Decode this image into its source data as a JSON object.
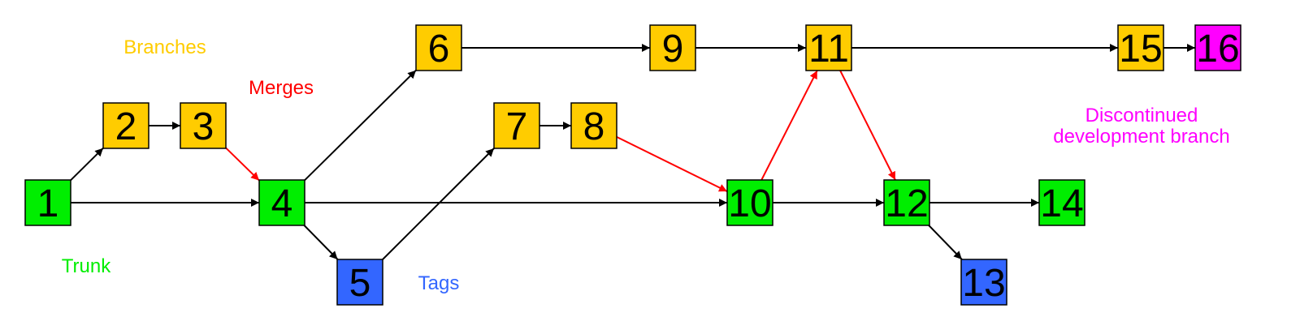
{
  "colors": {
    "trunk": "#00ee00",
    "branch": "#ffcc00",
    "tag": "#3366ff",
    "discontinued": "#ff00ff",
    "edge": "#000000",
    "merge": "#ff0000",
    "branches_text": "#ffcc00",
    "merges_text": "#ff0000",
    "trunk_text": "#00ee00",
    "tags_text": "#3366ff",
    "discontinued_text": "#ff00ff"
  },
  "legend": {
    "branches": "Branches",
    "merges": "Merges",
    "trunk": "Trunk",
    "tags": "Tags",
    "discontinued_line1": "Discontinued",
    "discontinued_line2": "development branch"
  },
  "nodes": [
    {
      "id": "1",
      "label": "1",
      "kind": "trunk"
    },
    {
      "id": "2",
      "label": "2",
      "kind": "branch"
    },
    {
      "id": "3",
      "label": "3",
      "kind": "branch"
    },
    {
      "id": "4",
      "label": "4",
      "kind": "trunk"
    },
    {
      "id": "5",
      "label": "5",
      "kind": "tag"
    },
    {
      "id": "6",
      "label": "6",
      "kind": "branch"
    },
    {
      "id": "7",
      "label": "7",
      "kind": "branch"
    },
    {
      "id": "8",
      "label": "8",
      "kind": "branch"
    },
    {
      "id": "9",
      "label": "9",
      "kind": "branch"
    },
    {
      "id": "10",
      "label": "10",
      "kind": "trunk"
    },
    {
      "id": "11",
      "label": "11",
      "kind": "branch"
    },
    {
      "id": "12",
      "label": "12",
      "kind": "trunk"
    },
    {
      "id": "13",
      "label": "13",
      "kind": "tag"
    },
    {
      "id": "14",
      "label": "14",
      "kind": "trunk"
    },
    {
      "id": "15",
      "label": "15",
      "kind": "branch"
    },
    {
      "id": "16",
      "label": "16",
      "kind": "discontinued"
    }
  ],
  "edges": [
    {
      "from": "1",
      "to": "4",
      "type": "normal"
    },
    {
      "from": "1",
      "to": "2",
      "type": "normal"
    },
    {
      "from": "2",
      "to": "3",
      "type": "normal"
    },
    {
      "from": "3",
      "to": "4",
      "type": "merge"
    },
    {
      "from": "4",
      "to": "6",
      "type": "normal"
    },
    {
      "from": "4",
      "to": "10",
      "type": "normal"
    },
    {
      "from": "4",
      "to": "5",
      "type": "normal"
    },
    {
      "from": "5",
      "to": "7",
      "type": "normal"
    },
    {
      "from": "7",
      "to": "8",
      "type": "normal"
    },
    {
      "from": "8",
      "to": "10",
      "type": "merge"
    },
    {
      "from": "6",
      "to": "9",
      "type": "normal"
    },
    {
      "from": "9",
      "to": "11",
      "type": "normal"
    },
    {
      "from": "10",
      "to": "11",
      "type": "merge"
    },
    {
      "from": "11",
      "to": "12",
      "type": "merge"
    },
    {
      "from": "10",
      "to": "12",
      "type": "normal"
    },
    {
      "from": "11",
      "to": "15",
      "type": "normal"
    },
    {
      "from": "15",
      "to": "16",
      "type": "normal"
    },
    {
      "from": "12",
      "to": "14",
      "type": "normal"
    },
    {
      "from": "12",
      "to": "13",
      "type": "normal"
    }
  ]
}
